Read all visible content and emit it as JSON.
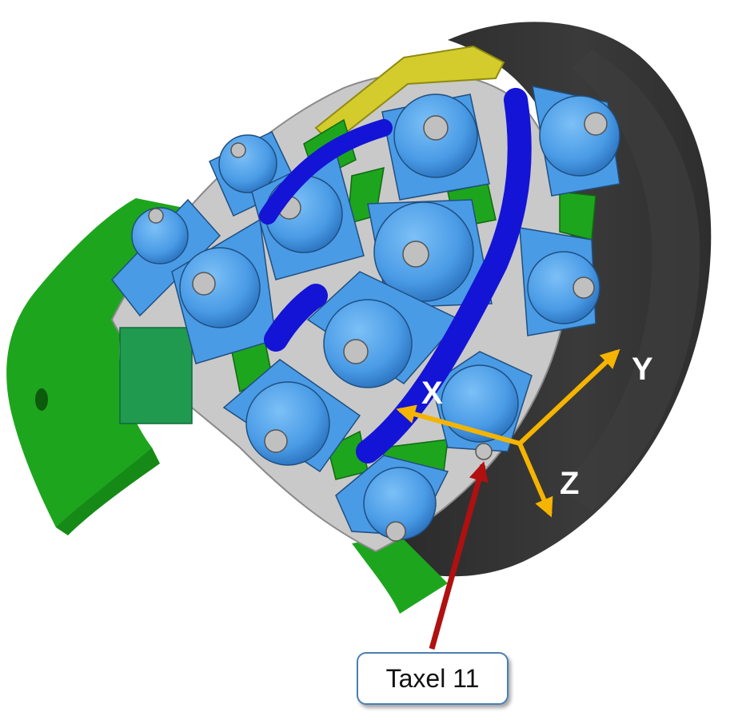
{
  "axes": {
    "x": {
      "label": "X"
    },
    "y": {
      "label": "Y"
    },
    "z": {
      "label": "Z"
    }
  },
  "callout": {
    "label": "Taxel 11"
  },
  "colors": {
    "taxel": "#4a9be6",
    "taxel_dark": "#2f78c4",
    "strip": "#1414d6",
    "base": "#1ea51e",
    "shell": "#333333",
    "rim": "#d4cc2c",
    "arrow_axis": "#f5b400",
    "arrow_pointer": "#b01010",
    "mount": "#c9c9c9"
  }
}
